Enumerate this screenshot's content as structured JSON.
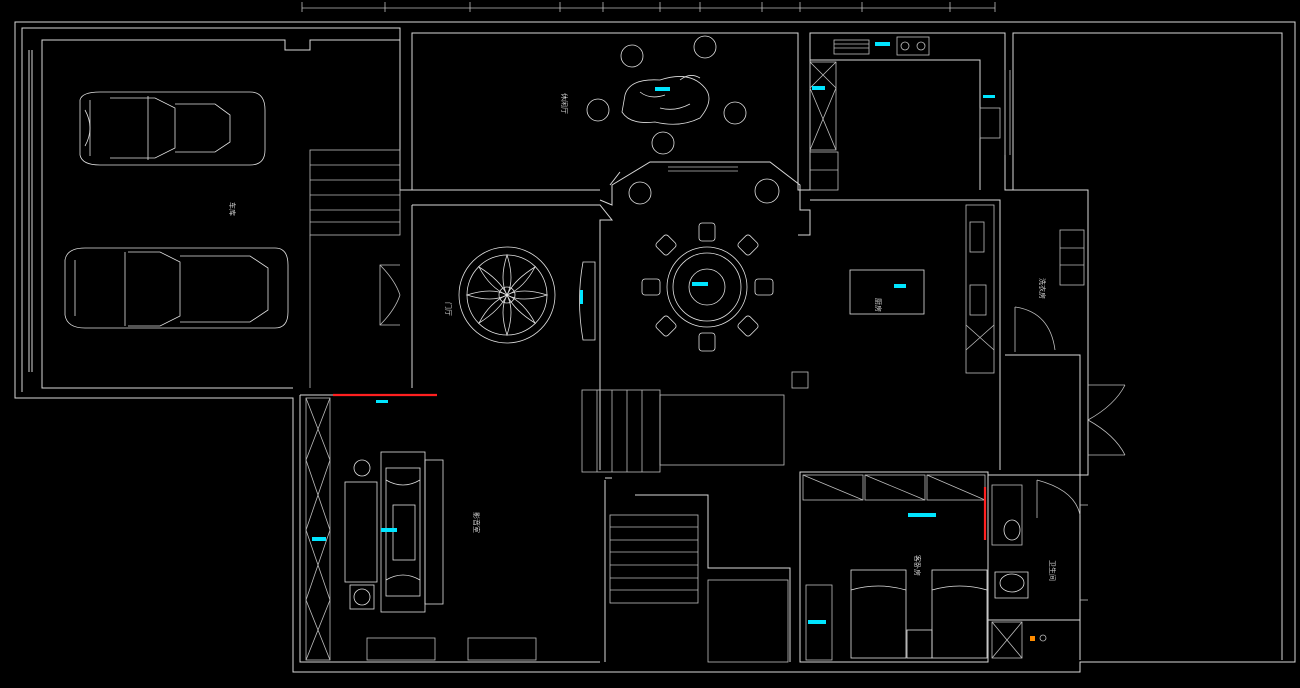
{
  "colors": {
    "background": "#000000",
    "line": "#d8d8d8",
    "annotation": "#00e5ff",
    "highlight": "#ff2020",
    "fixture": "#ff8c00"
  },
  "rooms": {
    "garage": "车库",
    "tea_room": "休闲厅",
    "foyer": "门厅",
    "kitchen": "厨房",
    "storage": "洗衣房",
    "lounge": "影音室",
    "guest_room": "客卧房",
    "bathroom": "卫生间"
  }
}
